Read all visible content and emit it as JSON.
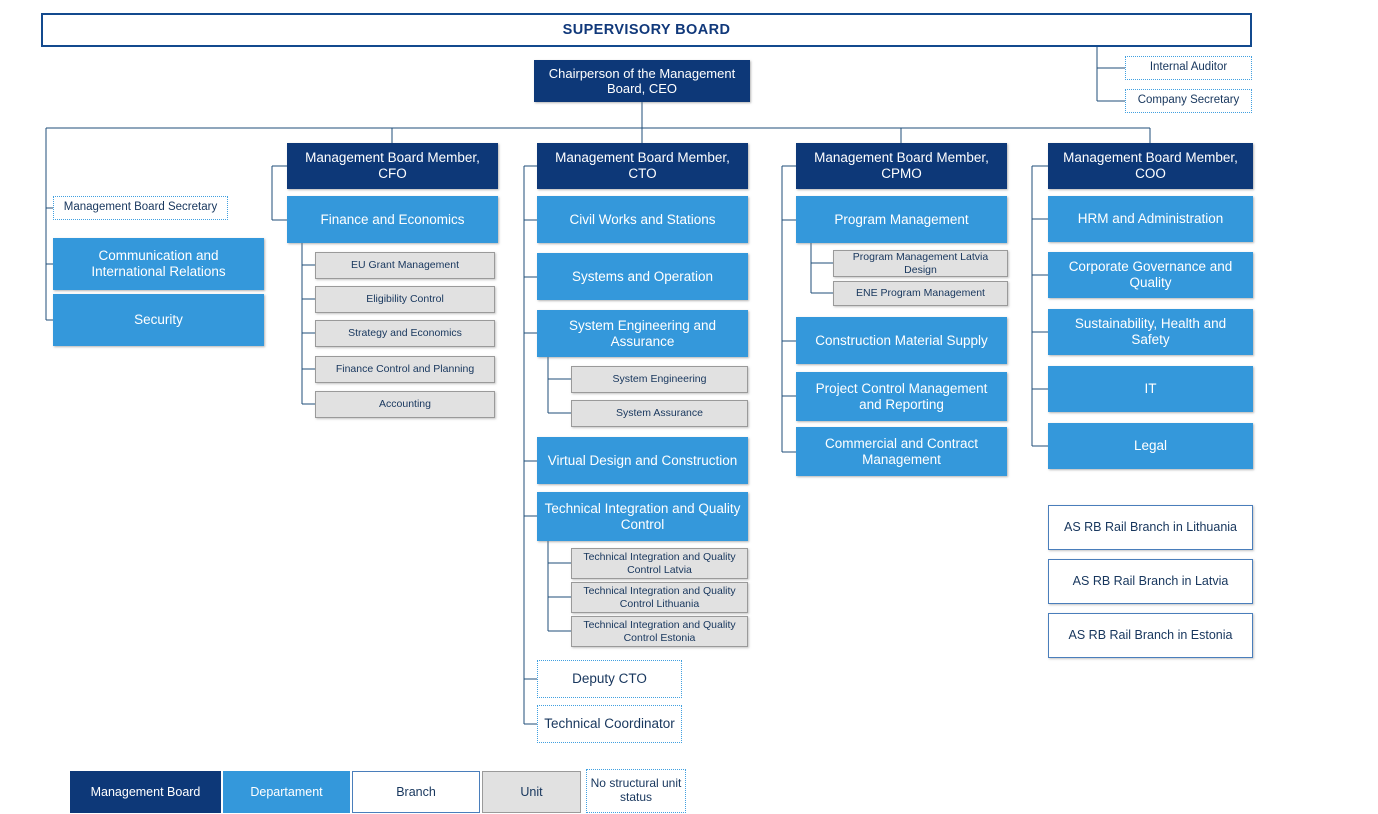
{
  "title": "SUPERVISORY BOARD",
  "root": {
    "label": "Chairperson of the Management Board, CEO",
    "type": "board"
  },
  "advisory": [
    {
      "label": "Internal Auditor",
      "type": "no-status"
    },
    {
      "label": "Company Secretary",
      "type": "no-status"
    }
  ],
  "ceo_direct": [
    {
      "label": "Management Board Secretary",
      "type": "no-status"
    },
    {
      "label": "Communication and International Relations",
      "type": "department"
    },
    {
      "label": "Security",
      "type": "department"
    }
  ],
  "columns": [
    {
      "key": "cfo",
      "head": {
        "label": "Management Board Member, CFO",
        "type": "board"
      },
      "children": [
        {
          "label": "Finance and  Economics",
          "type": "department",
          "children": [
            {
              "label": "EU Grant Management",
              "type": "unit"
            },
            {
              "label": "Eligibility Control",
              "type": "unit"
            },
            {
              "label": "Strategy and Economics",
              "type": "unit"
            },
            {
              "label": "Finance Control and Planning",
              "type": "unit"
            },
            {
              "label": "Accounting",
              "type": "unit"
            }
          ]
        }
      ]
    },
    {
      "key": "cto",
      "head": {
        "label": "Management Board Member, CTO",
        "type": "board"
      },
      "children": [
        {
          "label": "Civil Works and Stations",
          "type": "department"
        },
        {
          "label": "Systems and Operation",
          "type": "department"
        },
        {
          "label": "System Engineering and Assurance",
          "type": "department",
          "children": [
            {
              "label": "System Engineering",
              "type": "unit"
            },
            {
              "label": "System Assurance",
              "type": "unit"
            }
          ]
        },
        {
          "label": "Virtual Design and Construction",
          "type": "department"
        },
        {
          "label": "Technical Integration and Quality Control",
          "type": "department",
          "children": [
            {
              "label": "Technical Integration and Quality Control Latvia",
              "type": "unit"
            },
            {
              "label": "Technical Integration and Quality Control Lithuania",
              "type": "unit"
            },
            {
              "label": "Technical Integration and Quality Control Estonia",
              "type": "unit"
            }
          ]
        },
        {
          "label": "Deputy CTO",
          "type": "no-status"
        },
        {
          "label": "Technical Coordinator",
          "type": "no-status"
        }
      ]
    },
    {
      "key": "cpmo",
      "head": {
        "label": "Management Board Member, CPMO",
        "type": "board"
      },
      "children": [
        {
          "label": "Program Management",
          "type": "department",
          "children": [
            {
              "label": "Program Management Latvia Design",
              "type": "unit"
            },
            {
              "label": "ENE Program Management",
              "type": "unit"
            }
          ]
        },
        {
          "label": "Construction Material Supply",
          "type": "department"
        },
        {
          "label": "Project Control Management and Reporting",
          "type": "department"
        },
        {
          "label": "Commercial and Contract Management",
          "type": "department"
        }
      ]
    },
    {
      "key": "coo",
      "head": {
        "label": "Management Board Member, COO",
        "type": "board"
      },
      "children": [
        {
          "label": "HRM and Administration",
          "type": "department"
        },
        {
          "label": "Corporate Governance and Quality",
          "type": "department"
        },
        {
          "label": "Sustainability,  Health and Safety",
          "type": "department"
        },
        {
          "label": "IT",
          "type": "department"
        },
        {
          "label": "Legal",
          "type": "department"
        }
      ]
    }
  ],
  "branches": [
    {
      "label": "AS RB Rail Branch in Lithuania",
      "type": "branch"
    },
    {
      "label": "AS RB Rail Branch in Latvia",
      "type": "branch"
    },
    {
      "label": "AS RB Rail Branch in Estonia",
      "type": "branch"
    }
  ],
  "legend": [
    {
      "label": "Management Board",
      "type": "board"
    },
    {
      "label": "Departament",
      "type": "department"
    },
    {
      "label": "Branch",
      "type": "branch"
    },
    {
      "label": "Unit",
      "type": "unit"
    },
    {
      "label": "No structural unit status",
      "type": "no-status"
    }
  ],
  "colors": {
    "board_navy": "#0d3878",
    "department_blue": "#3498db",
    "unit_grey": "#e1e1e1",
    "branch_border": "#4a7ebb",
    "dotted_border": "#41a0e0",
    "line": "#1f4e79",
    "text_navy": "#17365d"
  }
}
